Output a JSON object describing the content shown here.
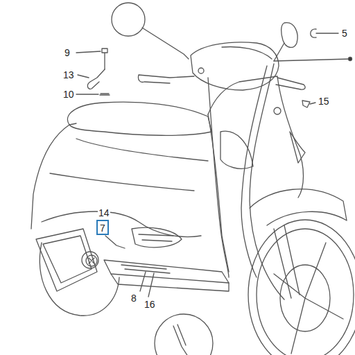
{
  "diagram": {
    "nodes": [
      {
        "text": [
          "7"
        ]
      }
    ],
    "labels": [
      "9",
      "13",
      "10",
      "5",
      "15",
      "14",
      "8",
      "16"
    ]
  }
}
